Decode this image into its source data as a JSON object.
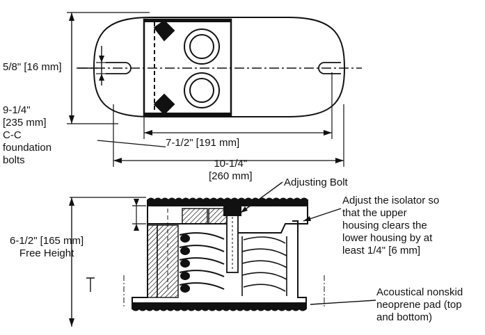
{
  "top_view": {
    "bolt_slot_width": "5/8\" [16 mm]",
    "bolt_spacing": "9-1/4\"\n[235 mm]\nC-C\nfoundation\nbolts",
    "inner_width": "7-1/2\" [191 mm]",
    "overall_length": "10-1/4\"\n[260 mm]"
  },
  "side_view": {
    "adjusting_bolt": "Adjusting Bolt",
    "adjust_note": "Adjust the isolator so\nthat the upper\nhousing clears the\nlower housing by at\nleast 1/4\" [6 mm]",
    "free_height": "6-1/2\" [165 mm]\nFree Height",
    "pad_note": "Acoustical nonskid\nneoprene pad (top\nand bottom)"
  },
  "colors": {
    "ink": "#111111",
    "paper": "#ffffff"
  }
}
